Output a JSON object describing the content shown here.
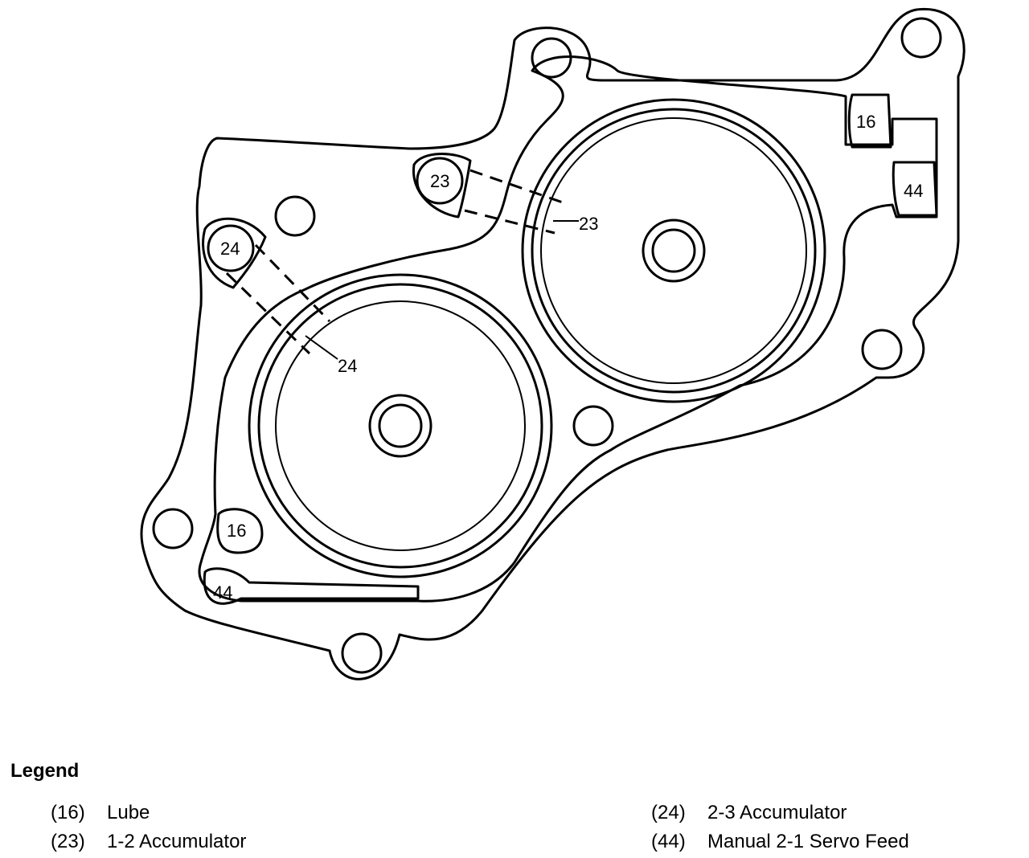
{
  "diagram": {
    "labels": {
      "p16_top": "16",
      "p44_right": "44",
      "p23_bolt": "23",
      "p23_call": "23",
      "p24_bolt": "24",
      "p24_call": "24",
      "p16_bottom": "16",
      "p44_bottom": "44"
    }
  },
  "legend": {
    "title": "Legend",
    "items": [
      {
        "code": "(16)",
        "text": "Lube"
      },
      {
        "code": "(23)",
        "text": "1-2 Accumulator"
      },
      {
        "code": "(24)",
        "text": "2-3 Accumulator"
      },
      {
        "code": "(44)",
        "text": "Manual 2-1 Servo Feed"
      }
    ]
  }
}
